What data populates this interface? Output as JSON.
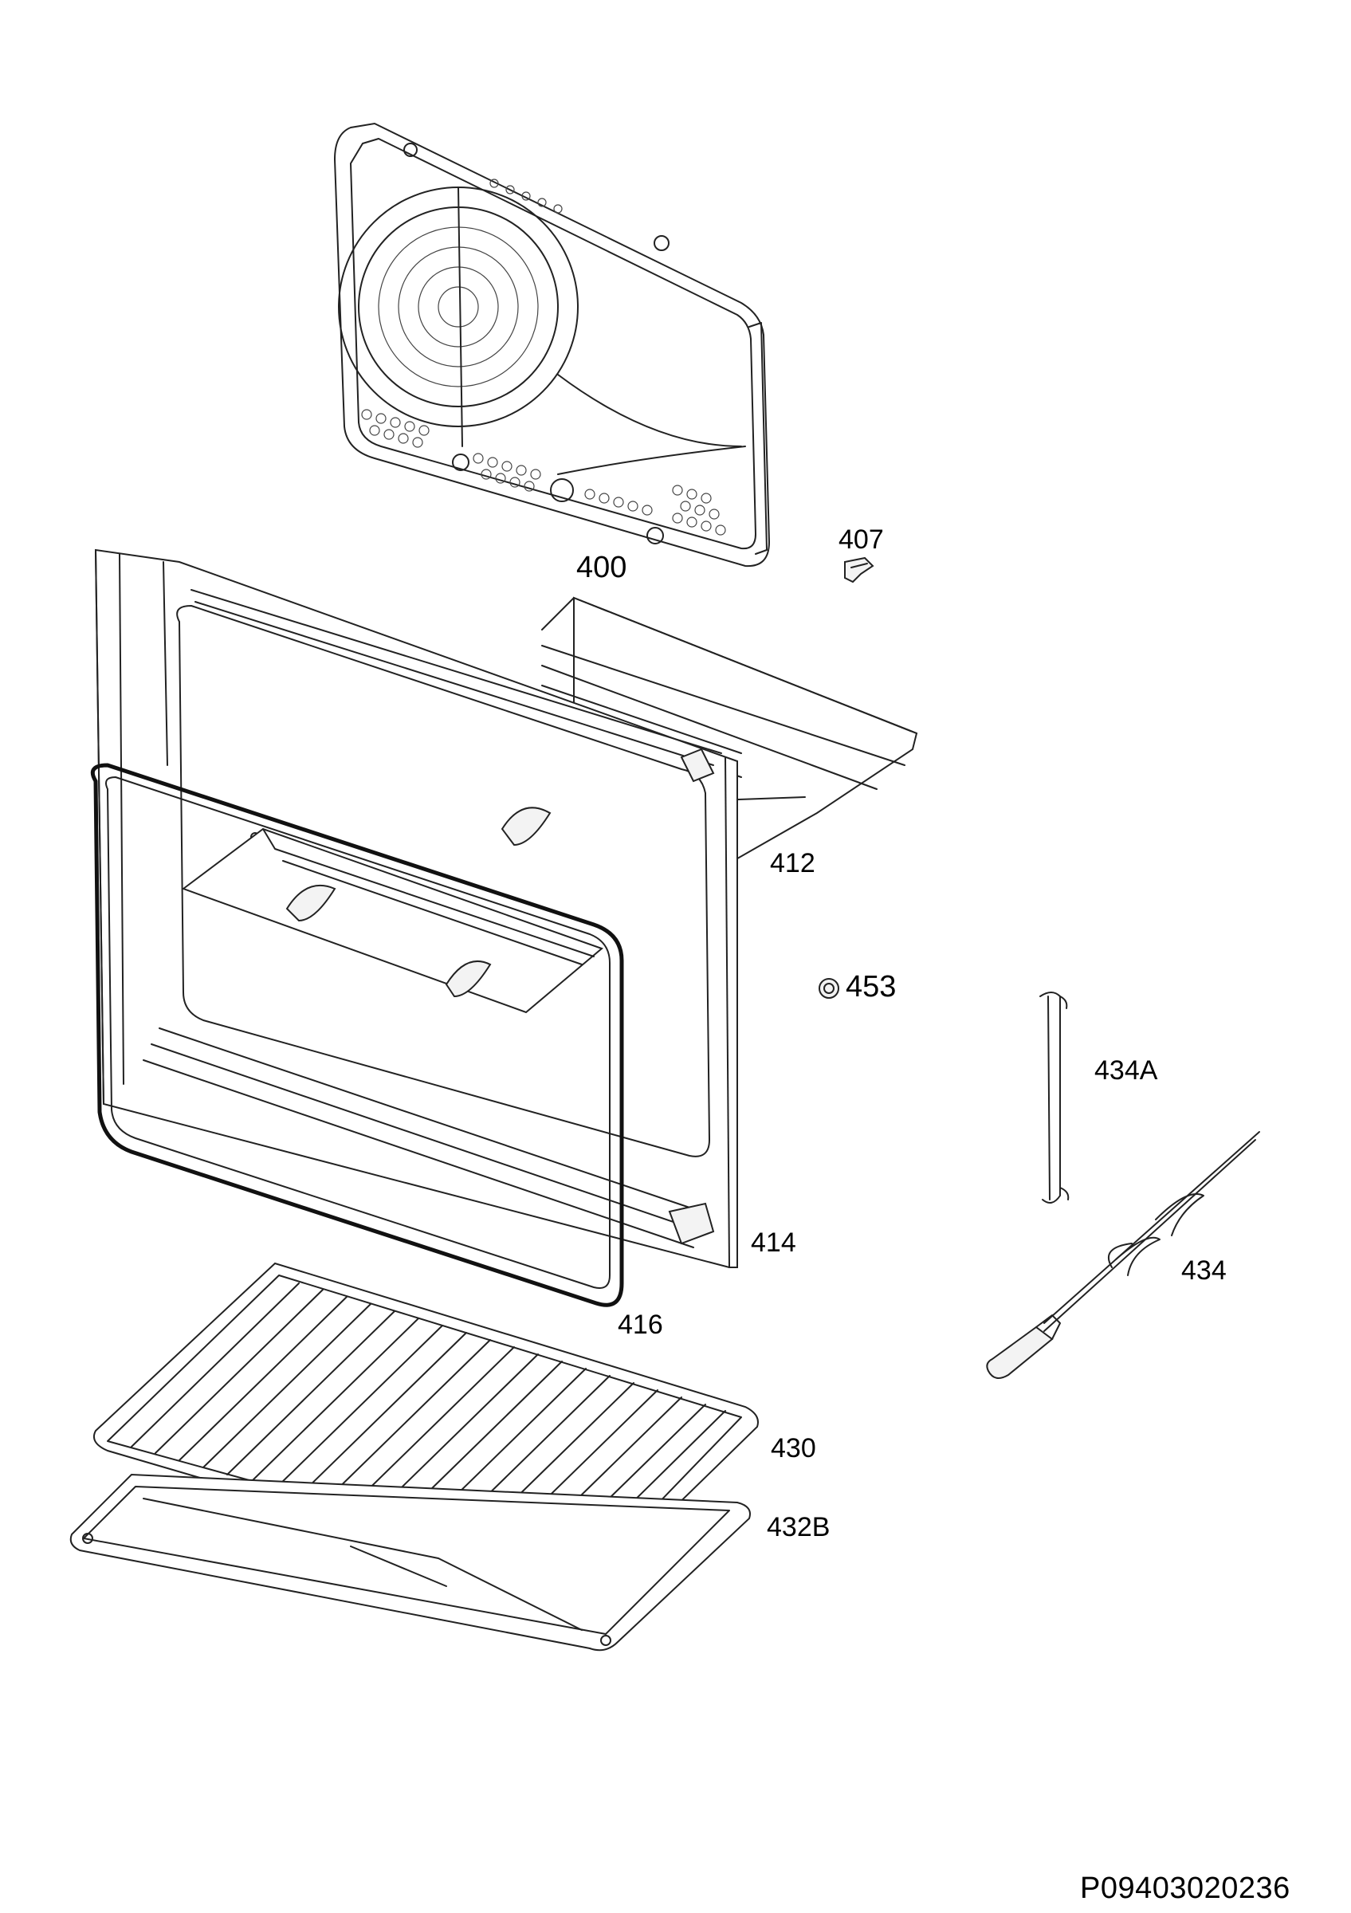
{
  "labels": {
    "p400": "400",
    "p407": "407",
    "p412": "412",
    "p414": "414",
    "p416": "416",
    "p430": "430",
    "p432b": "432B",
    "p434": "434",
    "p434a": "434A",
    "p453": "453"
  },
  "drawing_number": "P09403020236"
}
